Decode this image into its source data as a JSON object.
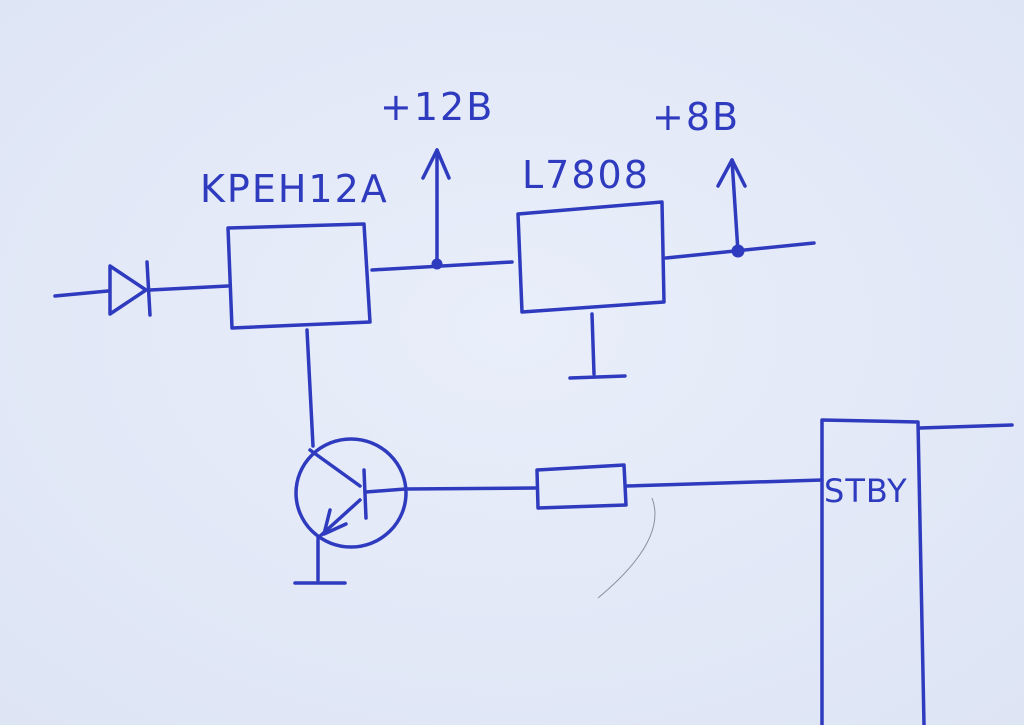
{
  "colors": {
    "paper": "#e9eefa",
    "paper_edge": "#dde4f4",
    "ink": "#2f3bbf"
  },
  "labels": {
    "regulator_1": "KPEH12A",
    "regulator_2": "L7808",
    "rail_12v": "+12B",
    "rail_8v": "+8B",
    "standby_pin": "STBY"
  }
}
